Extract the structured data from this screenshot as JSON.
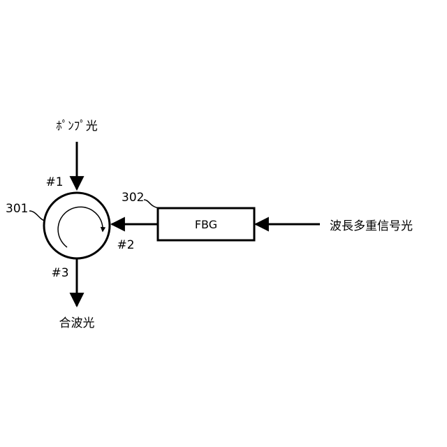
{
  "labels": {
    "pump_light": "ﾎﾟﾝﾌﾟ光",
    "port1": "#1",
    "port2": "#2",
    "port3": "#3",
    "circulator_ref": "301",
    "fbg_ref": "302",
    "fbg": "FBG",
    "wdm_signal": "波長多重信号光",
    "combined": "合波光"
  }
}
